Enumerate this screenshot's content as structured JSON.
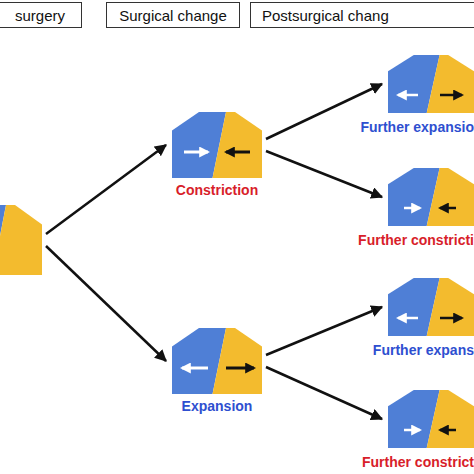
{
  "diagram": {
    "nodes": [
      {
        "text": [
          "surgery"
        ]
      },
      {
        "text": [
          "Surgical change"
        ]
      },
      {
        "text": [
          "Postsurgical chang"
        ]
      },
      {
        "text": []
      },
      {
        "text": [
          "Constriction"
        ]
      },
      {
        "text": [
          "Expansion"
        ]
      },
      {
        "text": [
          "Further expansio"
        ]
      },
      {
        "text": [
          "Further constricti"
        ]
      },
      {
        "text": [
          "Further expans"
        ]
      },
      {
        "text": [
          "Further constrict"
        ]
      }
    ],
    "edges": [
      {
        "from": 3,
        "to": 4,
        "arrow": "to"
      },
      {
        "from": 3,
        "to": 5,
        "arrow": "to"
      },
      {
        "from": 4,
        "to": 6,
        "arrow": "to"
      },
      {
        "from": 4,
        "to": 7,
        "arrow": "to"
      },
      {
        "from": 5,
        "to": 8,
        "arrow": "to"
      },
      {
        "from": 5,
        "to": 9,
        "arrow": "to"
      }
    ]
  }
}
